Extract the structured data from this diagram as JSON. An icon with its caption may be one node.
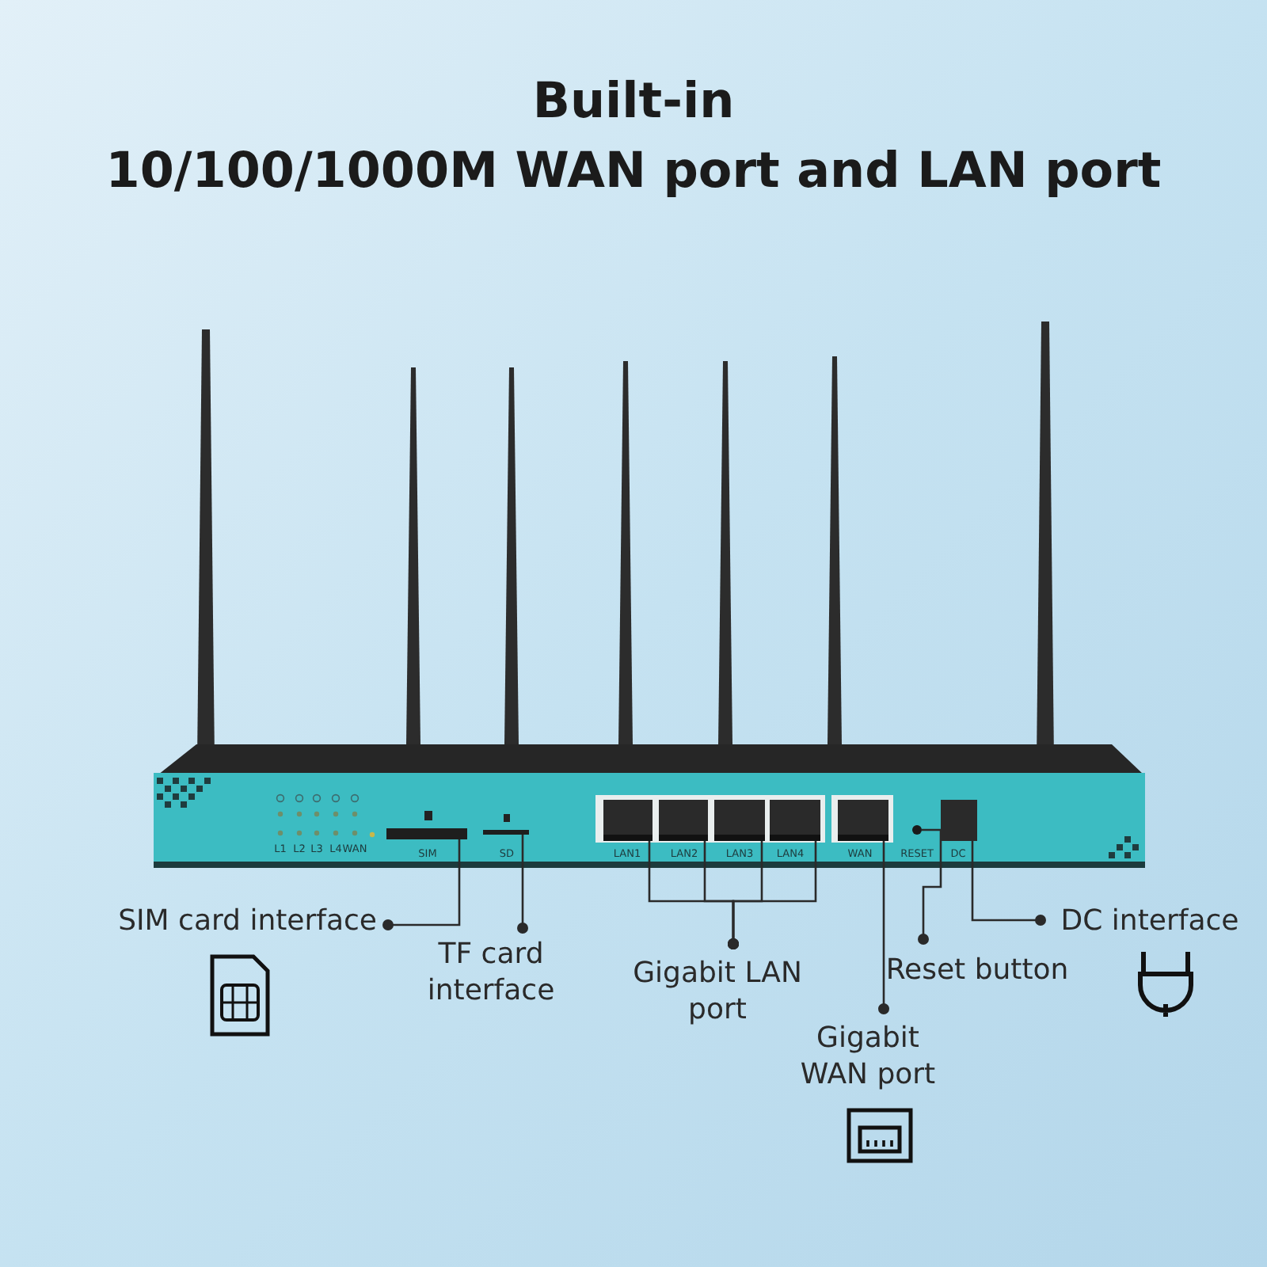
{
  "diagram": {
    "title": "Built-in 10/100/1000M WAN port and LAN port",
    "nodes": [
      {
        "text": [
          "SIM card interface"
        ]
      },
      {
        "text": [],
        "shape": "bar"
      },
      {
        "text": [
          "TF card interface"
        ]
      },
      {
        "text": [],
        "shape": "bar"
      },
      {
        "text": [
          "Gigabit LAN port"
        ]
      },
      {
        "text": [],
        "shape": "box"
      },
      {
        "text": [],
        "shape": "box"
      },
      {
        "text": [],
        "shape": "box"
      },
      {
        "text": [],
        "shape": "box"
      },
      {
        "text": [
          "Gigabit WAN port"
        ]
      },
      {
        "text": [],
        "shape": "box"
      },
      {
        "text": [
          "Reset button"
        ]
      },
      {
        "text": [],
        "shape": "circle"
      },
      {
        "text": [
          "DC interface"
        ]
      },
      {
        "text": [],
        "shape": "box"
      }
    ],
    "edges": [
      {
        "from": 0,
        "to": 1,
        "arrow": "other"
      },
      {
        "from": 2,
        "to": 3,
        "arrow": "other"
      },
      {
        "from": 4,
        "to": 5,
        "arrow": "other"
      },
      {
        "from": 4,
        "to": 6,
        "arrow": "other"
      },
      {
        "from": 4,
        "to": 7,
        "arrow": "other"
      },
      {
        "from": 4,
        "to": 8,
        "arrow": "other"
      },
      {
        "from": 9,
        "to": 10,
        "arrow": "other"
      },
      {
        "from": 11,
        "to": 12,
        "arrow": "other"
      },
      {
        "from": 13,
        "to": 14,
        "arrow": "other"
      }
    ],
    "labels": [
      "L1",
      "L2",
      "L3",
      "L4",
      "WAN",
      "SIM",
      "SD",
      "LAN1",
      "LAN2",
      "LAN3",
      "LAN4",
      "WAN",
      "RESET",
      "DC"
    ]
  }
}
